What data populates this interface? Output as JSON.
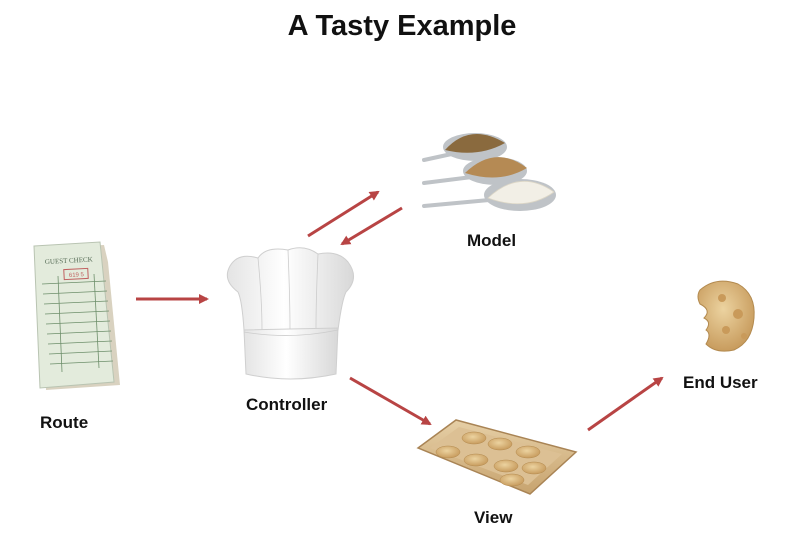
{
  "title": "A Tasty Example",
  "nodes": {
    "route": {
      "label": "Route",
      "check_header": "GUEST CHECK",
      "check_number": "619 5"
    },
    "controller": {
      "label": "Controller"
    },
    "model": {
      "label": "Model"
    },
    "view": {
      "label": "View"
    },
    "end_user": {
      "label": "End User"
    }
  },
  "colors": {
    "arrow": "#b84444",
    "check_paper": "#e3ebdc",
    "check_line": "#6e8f6b",
    "sugar_dark": "#8a6a3e",
    "sugar_brown": "#b58a54",
    "sugar_white": "#f2efe6",
    "spoon": "#bfc3c7",
    "tray": "#d6b889",
    "cookie": "#d9b882"
  }
}
